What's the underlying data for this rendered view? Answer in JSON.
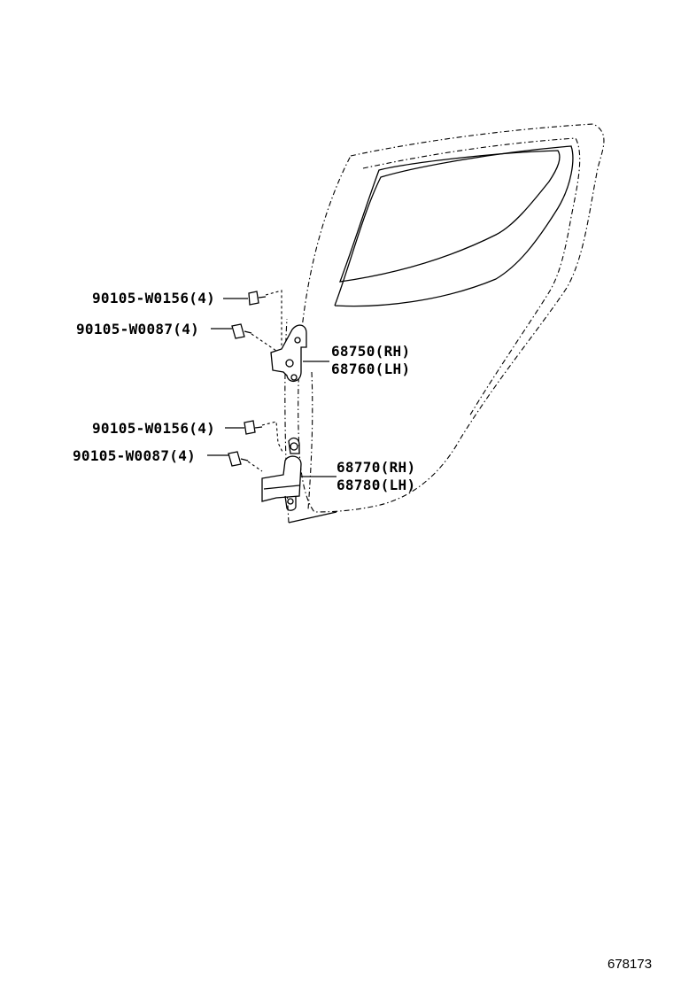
{
  "parts": {
    "bolt_upper_1": "90105-W0156(4)",
    "bolt_upper_2": "90105-W0087(4)",
    "hinge_upper_rh": "68750(RH)",
    "hinge_upper_lh": "68760(LH)",
    "bolt_lower_1": "90105-W0156(4)",
    "bolt_lower_2": "90105-W0087(4)",
    "hinge_lower_rh": "68770(RH)",
    "hinge_lower_lh": "68780(LH)"
  },
  "diagram_ref": "678173"
}
